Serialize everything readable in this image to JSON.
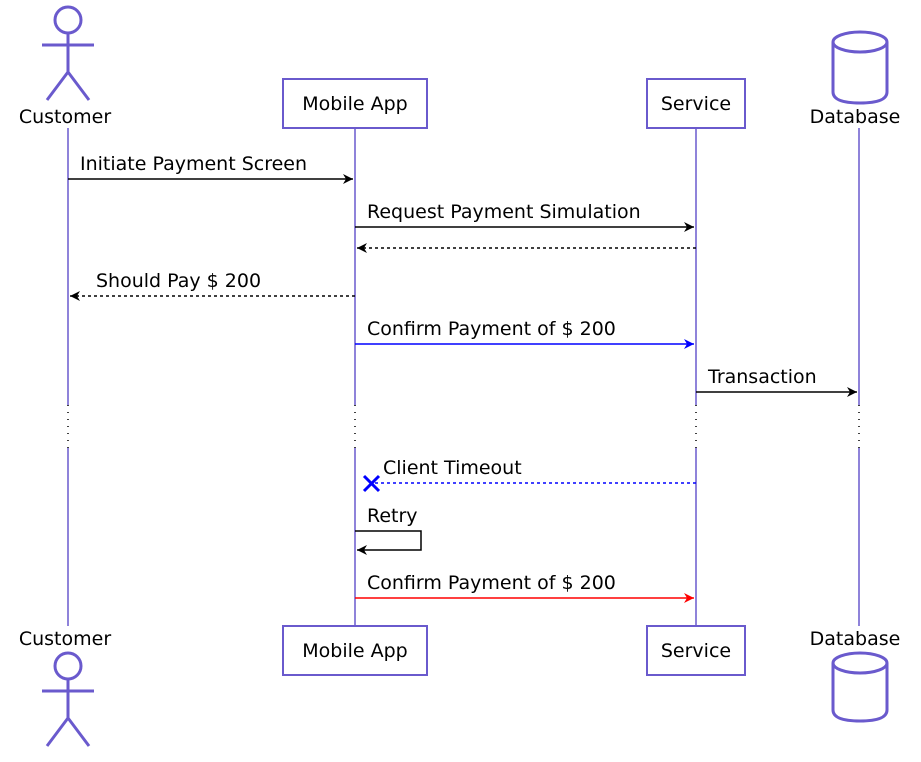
{
  "participants": [
    {
      "id": "customer",
      "label": "Customer",
      "kind": "actor"
    },
    {
      "id": "mobile_app",
      "label": "Mobile App",
      "kind": "participant"
    },
    {
      "id": "service",
      "label": "Service",
      "kind": "participant"
    },
    {
      "id": "database",
      "label": "Database",
      "kind": "database"
    }
  ],
  "messages": [
    {
      "from": "customer",
      "to": "mobile_app",
      "label": "Initiate Payment Screen",
      "style": "solid",
      "color": "#000000"
    },
    {
      "from": "mobile_app",
      "to": "service",
      "label": "Request Payment Simulation",
      "style": "solid",
      "color": "#000000"
    },
    {
      "from": "service",
      "to": "mobile_app",
      "label": "",
      "style": "dashed",
      "color": "#000000"
    },
    {
      "from": "mobile_app",
      "to": "customer",
      "label": "Should Pay $ 200",
      "style": "dashed",
      "color": "#000000"
    },
    {
      "from": "mobile_app",
      "to": "service",
      "label": "Confirm Payment of $ 200",
      "style": "solid",
      "color": "#0000ff"
    },
    {
      "from": "service",
      "to": "database",
      "label": "Transaction",
      "style": "solid",
      "color": "#000000"
    },
    {
      "from": "service",
      "to": "mobile_app",
      "label": "Client Timeout",
      "style": "dashed-lost",
      "color": "#0000ff"
    },
    {
      "from": "mobile_app",
      "to": "mobile_app",
      "label": "Retry",
      "style": "self",
      "color": "#000000"
    },
    {
      "from": "mobile_app",
      "to": "service",
      "label": "Confirm Payment of $ 200",
      "style": "solid",
      "color": "#ff0000"
    }
  ],
  "colors": {
    "participant_border": "#6a5acd",
    "lifeline": "#6a5acd"
  }
}
